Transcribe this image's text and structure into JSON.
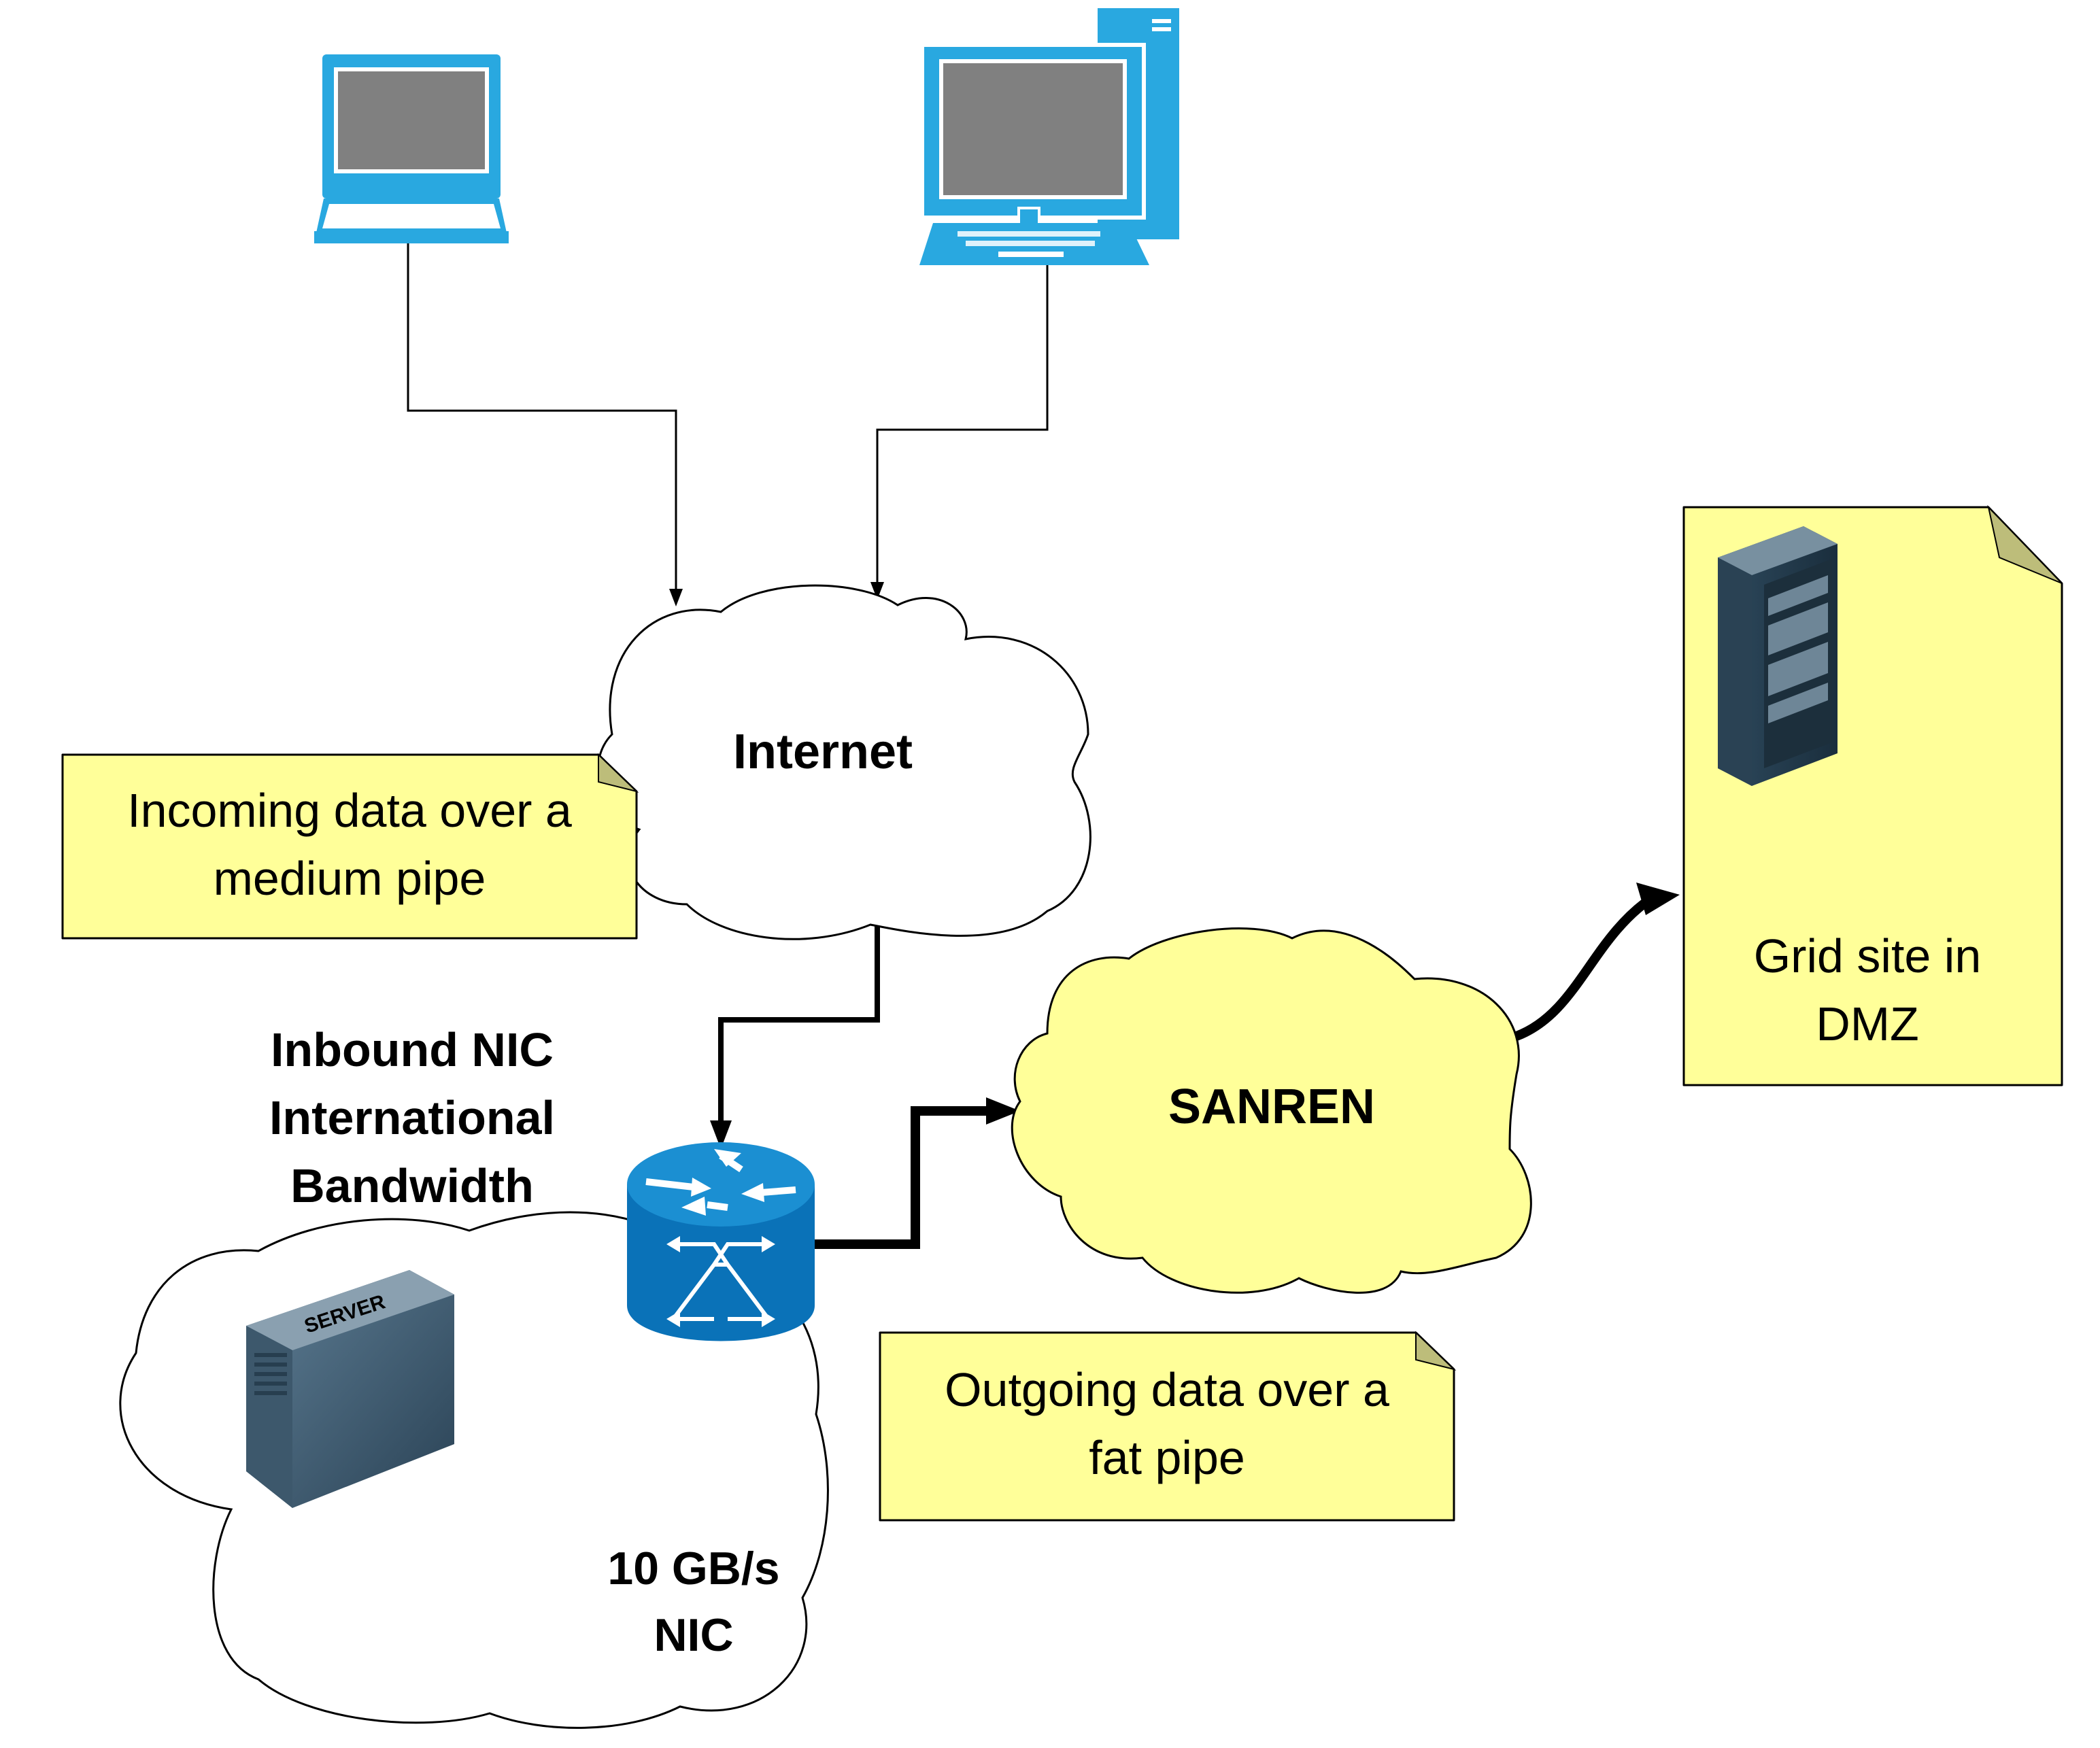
{
  "clouds": {
    "internet": {
      "label": "Internet"
    },
    "sanren": {
      "label": "SANREN"
    },
    "local": {
      "label_line1": "10 GB/s",
      "label_line2": "NIC"
    }
  },
  "notes": {
    "incoming": {
      "line1": "Incoming data over a",
      "line2": "medium pipe"
    },
    "outgoing": {
      "line1": "Outgoing data over a",
      "line2": "fat pipe"
    },
    "grid_site": {
      "line1": "Grid site in",
      "line2": "DMZ"
    }
  },
  "inbound_label": {
    "line1": "Inbound NIC",
    "line2": "International",
    "line3": "Bandwidth"
  },
  "server": {
    "label": "SERVER"
  },
  "icons": [
    "laptop-icon",
    "desktop-computer-icon",
    "router-icon",
    "server-icon",
    "server-rack-icon"
  ],
  "colors": {
    "device_blue": "#29a8e0",
    "router_blue": "#0a72b8",
    "note_yellow": "#ffff99",
    "sanren_yellow": "#ffff99",
    "screen_gray": "#808080"
  }
}
